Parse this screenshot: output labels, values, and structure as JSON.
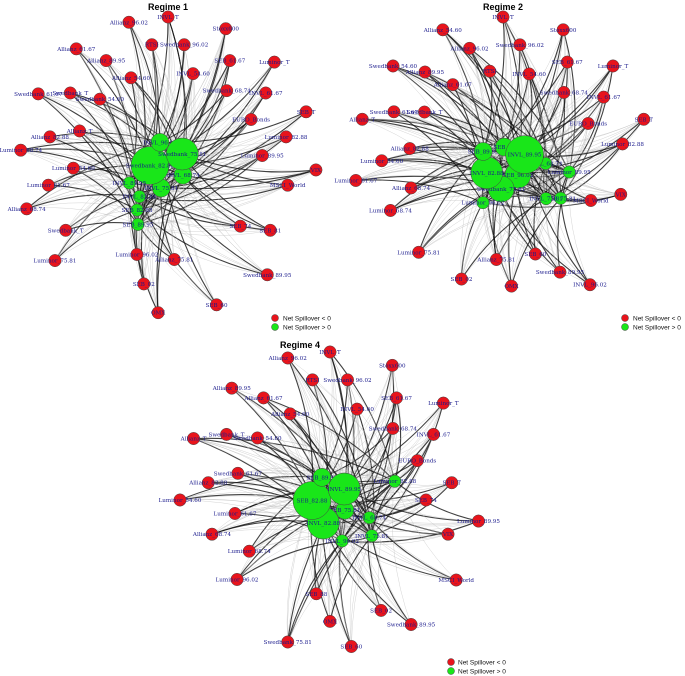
{
  "colors": {
    "negative": "#e8141c",
    "positive": "#19e619",
    "node_stroke": "#444444",
    "label": "#1a1a8c",
    "edge_strong": "#111111",
    "edge_weak": "#b8b8b8"
  },
  "legend": {
    "negative_label": "Net Spillover < 0",
    "positive_label": "Net Spillover > 0"
  },
  "panels": [
    {
      "title": "Regime 1",
      "nodes": [
        {
          "label": "INVL_T",
          "sign": "neg",
          "size": 1
        },
        {
          "label": "Swedbank_96.02",
          "sign": "neg",
          "size": 1
        },
        {
          "label": "INVL_54.60",
          "sign": "neg",
          "size": 1
        },
        {
          "label": "Stoxx600",
          "sign": "neg",
          "size": 1
        },
        {
          "label": "SEB_61.67",
          "sign": "neg",
          "size": 1
        },
        {
          "label": "Swedbank_68.74",
          "sign": "neg",
          "size": 1
        },
        {
          "label": "Luminor_T",
          "sign": "neg",
          "size": 1
        },
        {
          "label": "INVL_61.67",
          "sign": "neg",
          "size": 1
        },
        {
          "label": "EURO_Bonds",
          "sign": "neg",
          "size": 1
        },
        {
          "label": "SEB_T",
          "sign": "neg",
          "size": 1
        },
        {
          "label": "Luminor_82.88",
          "sign": "neg",
          "size": 1
        },
        {
          "label": "Luminor_89.95",
          "sign": "neg",
          "size": 1
        },
        {
          "label": "VIX",
          "sign": "neg",
          "size": 1
        },
        {
          "label": "MSCI_World",
          "sign": "neg",
          "size": 1
        },
        {
          "label": "INVL_68.74",
          "sign": "pos",
          "size": 2
        },
        {
          "label": "INVL_75.81",
          "sign": "pos",
          "size": 2
        },
        {
          "label": "SEB_81",
          "sign": "neg",
          "size": 1
        },
        {
          "label": "SEB_74",
          "sign": "neg",
          "size": 1
        },
        {
          "label": "Swedbank_89.95",
          "sign": "neg",
          "size": 1
        },
        {
          "label": "Swedbank_82.88",
          "sign": "pos",
          "size": 5
        },
        {
          "label": "INVL_96.02",
          "sign": "pos",
          "size": 2
        },
        {
          "label": "SEB_60",
          "sign": "neg",
          "size": 1
        },
        {
          "label": "Swedbank_75.81",
          "sign": "pos",
          "size": 4
        },
        {
          "label": "Allianz_75.81",
          "sign": "neg",
          "size": 1
        },
        {
          "label": "OMX",
          "sign": "neg",
          "size": 1
        },
        {
          "label": "SEB_02",
          "sign": "neg",
          "size": 1
        },
        {
          "label": "Luminor_96.02",
          "sign": "neg",
          "size": 1
        },
        {
          "label": "SEB_89.95",
          "sign": "pos",
          "size": 1
        },
        {
          "label": "SEB_82.88",
          "sign": "pos",
          "size": 1
        },
        {
          "label": "INVL_82.88",
          "sign": "pos",
          "size": 1
        },
        {
          "label": "Luminor_75.81",
          "sign": "neg",
          "size": 1
        },
        {
          "label": "Swedbank_T",
          "sign": "neg",
          "size": 1
        },
        {
          "label": "INVL_89.95",
          "sign": "pos",
          "size": 1
        },
        {
          "label": "Allianz_68.74",
          "sign": "neg",
          "size": 1
        },
        {
          "label": "Luminor_61.67",
          "sign": "neg",
          "size": 1
        },
        {
          "label": "Luminor_54.60",
          "sign": "neg",
          "size": 1
        },
        {
          "label": "Luminor_68.74",
          "sign": "neg",
          "size": 1
        },
        {
          "label": "Allianz_82.88",
          "sign": "neg",
          "size": 1
        },
        {
          "label": "Allianz_T",
          "sign": "neg",
          "size": 1
        },
        {
          "label": "Swedbank_61.67",
          "sign": "neg",
          "size": 1
        },
        {
          "label": "Swedbank_T",
          "sign": "neg",
          "size": 1
        },
        {
          "label": "Swedbank_54.60",
          "sign": "neg",
          "size": 1
        },
        {
          "label": "Allianz_61.67",
          "sign": "neg",
          "size": 1
        },
        {
          "label": "Allianz_89.95",
          "sign": "neg",
          "size": 1
        },
        {
          "label": "Allianz_54.60",
          "sign": "neg",
          "size": 1
        },
        {
          "label": "Allianz_96.02",
          "sign": "neg",
          "size": 1
        },
        {
          "label": "RTSI",
          "sign": "neg",
          "size": 1
        }
      ]
    },
    {
      "title": "Regime 2",
      "nodes": [
        {
          "label": "INVL_T",
          "sign": "neg",
          "size": 1
        },
        {
          "label": "Swedbank_96.02",
          "sign": "neg",
          "size": 1
        },
        {
          "label": "INVL_54.60",
          "sign": "neg",
          "size": 1
        },
        {
          "label": "Stoxx600",
          "sign": "neg",
          "size": 1
        },
        {
          "label": "SEB_61.67",
          "sign": "neg",
          "size": 1
        },
        {
          "label": "Swedbank_68.74",
          "sign": "neg",
          "size": 1
        },
        {
          "label": "Luminor_T",
          "sign": "neg",
          "size": 1
        },
        {
          "label": "INVL_61.67",
          "sign": "neg",
          "size": 1
        },
        {
          "label": "EURO_Bonds",
          "sign": "neg",
          "size": 1
        },
        {
          "label": "SEB_T",
          "sign": "neg",
          "size": 1
        },
        {
          "label": "Luminor_82.88",
          "sign": "neg",
          "size": 1
        },
        {
          "label": "INVL_68.74",
          "sign": "pos",
          "size": 1
        },
        {
          "label": "Luminor_89.95",
          "sign": "pos",
          "size": 1
        },
        {
          "label": "VIX",
          "sign": "neg",
          "size": 1
        },
        {
          "label": "MSCI_World",
          "sign": "neg",
          "size": 1
        },
        {
          "label": "SEB_75.81",
          "sign": "pos",
          "size": 1
        },
        {
          "label": "INVL_75.81",
          "sign": "pos",
          "size": 1
        },
        {
          "label": "SEB_96.02",
          "sign": "pos",
          "size": 3
        },
        {
          "label": "INVL_96.02",
          "sign": "neg",
          "size": 1
        },
        {
          "label": "Swedbank_89.95",
          "sign": "neg",
          "size": 1
        },
        {
          "label": "SEB_60",
          "sign": "neg",
          "size": 1
        },
        {
          "label": "Swedbank_75.81",
          "sign": "pos",
          "size": 3
        },
        {
          "label": "OMX",
          "sign": "neg",
          "size": 1
        },
        {
          "label": "Allianz_75.81",
          "sign": "neg",
          "size": 1
        },
        {
          "label": "INVL_82.88",
          "sign": "pos",
          "size": 4
        },
        {
          "label": "SEB_02",
          "sign": "neg",
          "size": 1
        },
        {
          "label": "Luminor_96.02",
          "sign": "pos",
          "size": 1
        },
        {
          "label": "SEB_89.95",
          "sign": "pos",
          "size": 2
        },
        {
          "label": "Luminor_75.81",
          "sign": "neg",
          "size": 1
        },
        {
          "label": "SEB_88",
          "sign": "pos",
          "size": 2
        },
        {
          "label": "INVL_89.95",
          "sign": "pos",
          "size": 5
        },
        {
          "label": "Luminor_68.74",
          "sign": "neg",
          "size": 1
        },
        {
          "label": "Allianz_68.74",
          "sign": "neg",
          "size": 1
        },
        {
          "label": "Luminor_61.67",
          "sign": "neg",
          "size": 1
        },
        {
          "label": "Luminor_54.60",
          "sign": "neg",
          "size": 1
        },
        {
          "label": "Allianz_82.88",
          "sign": "neg",
          "size": 1
        },
        {
          "label": "Allianz_T",
          "sign": "neg",
          "size": 1
        },
        {
          "label": "Swedbank_61.67",
          "sign": "neg",
          "size": 1
        },
        {
          "label": "Swedbank_T",
          "sign": "neg",
          "size": 1
        },
        {
          "label": "Swedbank_54.60",
          "sign": "neg",
          "size": 1
        },
        {
          "label": "Allianz_89.95",
          "sign": "neg",
          "size": 1
        },
        {
          "label": "Allianz_61.67",
          "sign": "neg",
          "size": 1
        },
        {
          "label": "Allianz_54.60",
          "sign": "neg",
          "size": 1
        },
        {
          "label": "Allianz_96.02",
          "sign": "neg",
          "size": 1
        },
        {
          "label": "RTSI",
          "sign": "neg",
          "size": 1
        }
      ]
    },
    {
      "title": "Regime 4",
      "nodes": [
        {
          "label": "INVL_T",
          "sign": "neg",
          "size": 1
        },
        {
          "label": "Swedbank_96.02",
          "sign": "neg",
          "size": 1
        },
        {
          "label": "INVL_54.60",
          "sign": "neg",
          "size": 1
        },
        {
          "label": "Stoxx600",
          "sign": "neg",
          "size": 1
        },
        {
          "label": "SEB_61.67",
          "sign": "neg",
          "size": 1
        },
        {
          "label": "Swedbank_68.74",
          "sign": "neg",
          "size": 1
        },
        {
          "label": "Luminor_T",
          "sign": "neg",
          "size": 1
        },
        {
          "label": "INVL_61.67",
          "sign": "neg",
          "size": 1
        },
        {
          "label": "EURO_Bonds",
          "sign": "neg",
          "size": 1
        },
        {
          "label": "Luminor_82.88",
          "sign": "pos",
          "size": 1
        },
        {
          "label": "SEB_T",
          "sign": "neg",
          "size": 1
        },
        {
          "label": "SEB_74",
          "sign": "neg",
          "size": 1
        },
        {
          "label": "Luminor_89.95",
          "sign": "neg",
          "size": 1
        },
        {
          "label": "VIX",
          "sign": "neg",
          "size": 1
        },
        {
          "label": "INVL_68.74",
          "sign": "pos",
          "size": 1
        },
        {
          "label": "MSCI_World",
          "sign": "neg",
          "size": 1
        },
        {
          "label": "INVL_75.81",
          "sign": "pos",
          "size": 1
        },
        {
          "label": "SEB_75.81",
          "sign": "pos",
          "size": 2
        },
        {
          "label": "Swedbank_89.95",
          "sign": "neg",
          "size": 1
        },
        {
          "label": "SEB_02",
          "sign": "neg",
          "size": 1
        },
        {
          "label": "INVL_96.02",
          "sign": "pos",
          "size": 1
        },
        {
          "label": "SEB_60",
          "sign": "neg",
          "size": 1
        },
        {
          "label": "OMX",
          "sign": "neg",
          "size": 1
        },
        {
          "label": "SEB_88",
          "sign": "neg",
          "size": 1
        },
        {
          "label": "Swedbank_75.81",
          "sign": "neg",
          "size": 1
        },
        {
          "label": "INVL_82.88",
          "sign": "pos",
          "size": 4
        },
        {
          "label": "SEB_82.88",
          "sign": "pos",
          "size": 5
        },
        {
          "label": "SEB_89.95",
          "sign": "pos",
          "size": 2
        },
        {
          "label": "Luminor_96.02",
          "sign": "neg",
          "size": 1
        },
        {
          "label": "Luminor_68.74",
          "sign": "neg",
          "size": 1
        },
        {
          "label": "INVL_89.95",
          "sign": "pos",
          "size": 4
        },
        {
          "label": "Allianz_68.74",
          "sign": "neg",
          "size": 1
        },
        {
          "label": "Luminor_61.67",
          "sign": "neg",
          "size": 1
        },
        {
          "label": "Luminor_54.60",
          "sign": "neg",
          "size": 1
        },
        {
          "label": "Allianz_82.88",
          "sign": "neg",
          "size": 1
        },
        {
          "label": "Swedbank_61.67",
          "sign": "neg",
          "size": 1
        },
        {
          "label": "Allianz_T",
          "sign": "neg",
          "size": 1
        },
        {
          "label": "Swedbank_T",
          "sign": "neg",
          "size": 1
        },
        {
          "label": "Swedbank_54.60",
          "sign": "neg",
          "size": 1
        },
        {
          "label": "Allianz_89.95",
          "sign": "neg",
          "size": 1
        },
        {
          "label": "Allianz_61.67",
          "sign": "neg",
          "size": 1
        },
        {
          "label": "Allianz_54.60",
          "sign": "neg",
          "size": 1
        },
        {
          "label": "Allianz_96.02",
          "sign": "neg",
          "size": 1
        },
        {
          "label": "RTSI",
          "sign": "neg",
          "size": 1
        }
      ]
    }
  ]
}
